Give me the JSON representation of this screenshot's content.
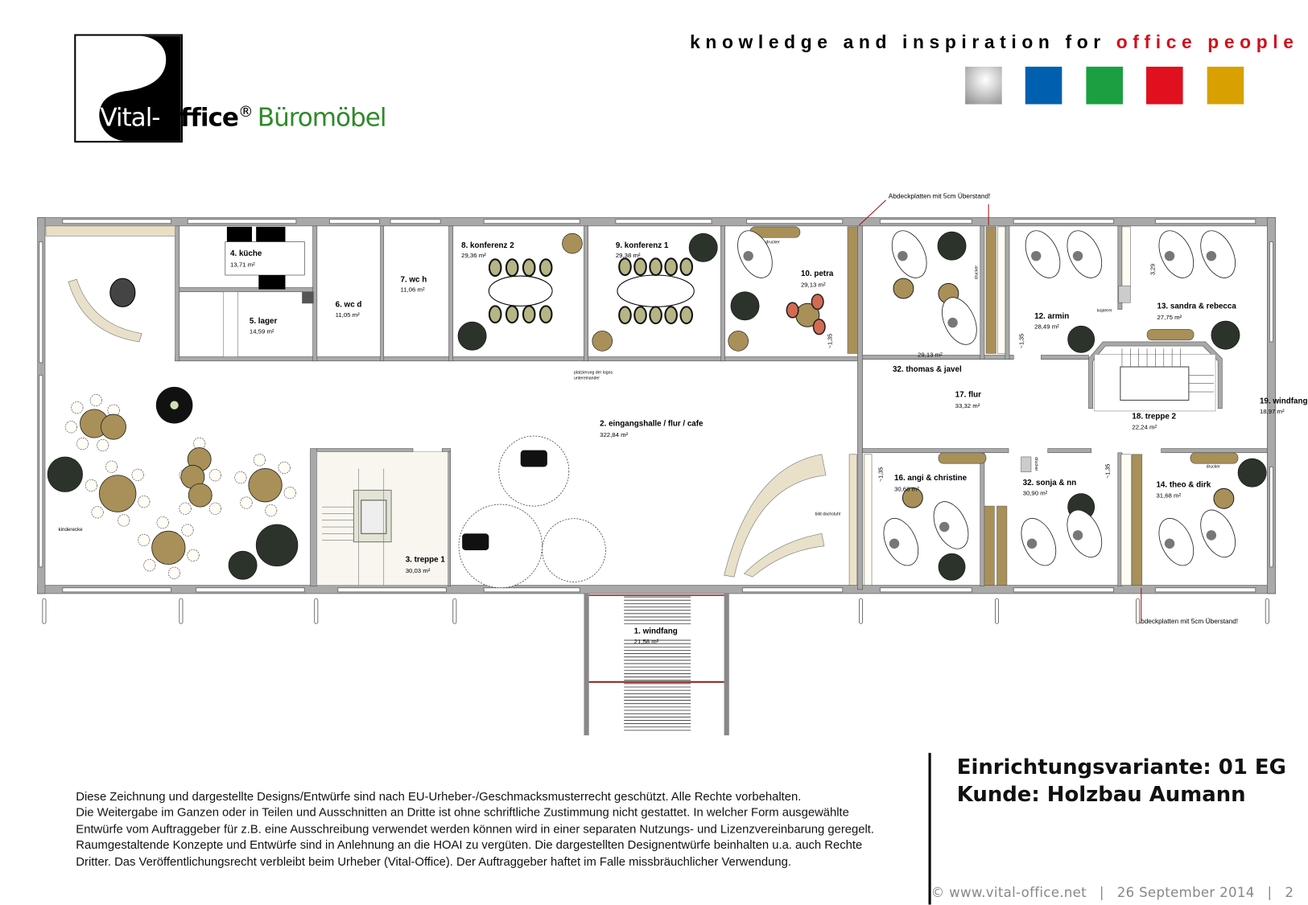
{
  "header": {
    "logo": {
      "brand_light": "Vital-",
      "brand_bold": "Office",
      "registered": "®",
      "suffix": "Büromöbel"
    },
    "tagline_main": "knowledge and inspiration for ",
    "tagline_highlight": "office people",
    "color_swatches": [
      "#b8b8b8",
      "#0060b0",
      "#1aa040",
      "#e0101e",
      "#d8a000"
    ]
  },
  "plan": {
    "rooms": [
      {
        "name": "4. küche",
        "area": "13,71 m²"
      },
      {
        "name": "5. lager",
        "area": "14,59 m²"
      },
      {
        "name": "6. wc d",
        "area": "11,05 m²"
      },
      {
        "name": "7. wc h",
        "area": "11,06 m²"
      },
      {
        "name": "8. konferenz 2",
        "area": "29,36 m²"
      },
      {
        "name": "9. konferenz 1",
        "area": "29,38 m²"
      },
      {
        "name": "10. petra",
        "area": "29,13 m²"
      },
      {
        "name": "32. thomas & javel",
        "area": "29,13 m²"
      },
      {
        "name": "12. armin",
        "area": "28,49 m²"
      },
      {
        "name": "13. sandra & rebecca",
        "area": "27,75 m²"
      },
      {
        "name": "17. flur",
        "area": "33,32 m²"
      },
      {
        "name": "18. treppe 2",
        "area": "22,24 m²"
      },
      {
        "name": "19. windfang",
        "area": "18,97 m²"
      },
      {
        "name": "16. angi & christine",
        "area": "30,68 m²"
      },
      {
        "name": "32. sonja & nn",
        "area": "30,90 m²"
      },
      {
        "name": "14. theo & dirk",
        "area": "31,68 m²"
      },
      {
        "name": "2. eingangshalle / flur / cafe",
        "area": "322,84 m²"
      },
      {
        "name": "3. treppe 1",
        "area": "30,03 m²"
      },
      {
        "name": "1. windfang",
        "area": "21,58 m²"
      }
    ],
    "notes": {
      "cover_plates_top": "Abdeckplatten mit 5cm Überstand!",
      "cover_plates_bottom": "Abdeckplatten mit 5cm Überstand!",
      "kids_corner": "kinderecke",
      "printer_1": "drucker",
      "printer_2": "drucker",
      "printer_3": "drucker",
      "printer_4": "drucker",
      "copier": "kopierer",
      "logo_placement_1": "platzierung der logos",
      "logo_placement_2": "untereinander",
      "roof_image": "bild dachstuhl",
      "dim_1": "~1,35",
      "dim_2": "~1,35",
      "dim_3": "~1,35",
      "dim_4": "~1,35",
      "dim_5": "3,29"
    }
  },
  "legal": {
    "lines": [
      "Diese Zeichnung und dargestellte Designs/Entwürfe sind nach EU-Urheber-/Geschmacksmusterrecht geschützt. Alle Rechte vorbehalten.",
      "Die Weitergabe im Ganzen oder in Teilen und Ausschnitten an Dritte ist ohne schriftliche Zustimmung nicht gestattet. In welcher Form ausgewählte",
      "Entwürfe vom Auftraggeber für z.B. eine Ausschreibung verwendet werden können wird in einer separaten Nutzungs- und Lizenzvereinbarung geregelt.",
      "Raumgestaltende Konzepte und Entwürfe sind in Anlehnung an die HOAI zu vergüten. Die dargestellten Designentwürfe beinhalten u.a. auch Rechte",
      "Dritter. Das Veröffentlichungsrecht verbleibt beim Urheber (Vital-Office). Der Auftraggeber haftet im Falle missbräuchlicher Verwendung."
    ]
  },
  "title_block": {
    "variant": "Einrichtungsvariante: 01  EG",
    "client": "Kunde: Holzbau Aumann"
  },
  "footer": {
    "copyright": "© www.vital-office.net",
    "sep1": "|",
    "date": "26 September 2014",
    "sep2": "|",
    "page": "2"
  }
}
